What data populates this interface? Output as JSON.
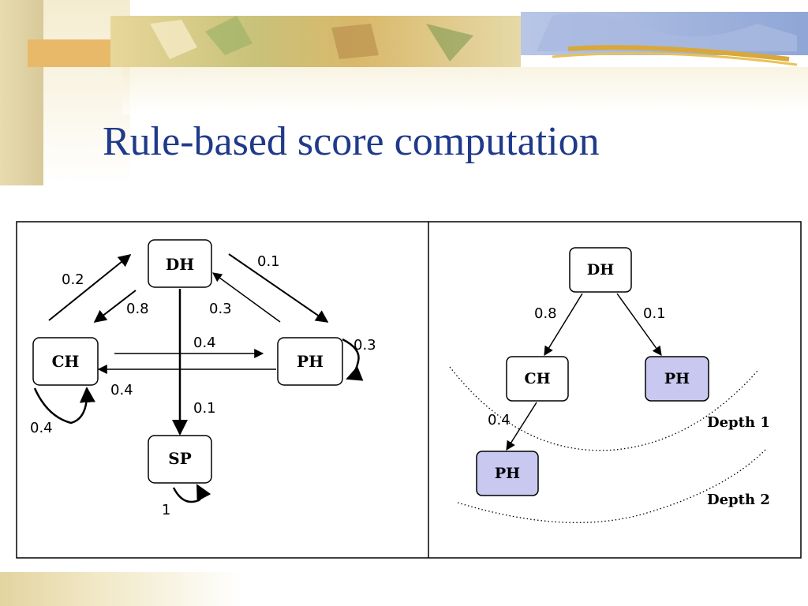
{
  "slide": {
    "title": "Rule-based score computation"
  },
  "colors": {
    "title": "#1f3a8a",
    "highlight_node": "#c8c8f0",
    "node_fill": "#ffffff",
    "edge": "#000000"
  },
  "left_graph": {
    "nodes": {
      "dh": "DH",
      "ch": "CH",
      "ph": "PH",
      "sp": "SP"
    },
    "edges": {
      "ch_dh": "0.2",
      "dh_ch": "0.8",
      "dh_ph": "0.1",
      "ph_dh": "0.3",
      "ph_self": "0.3",
      "ch_ph": "0.4",
      "ph_ch": "0.4",
      "ch_self": "0.4",
      "dh_sp": "0.1",
      "sp_self": "1"
    }
  },
  "right_tree": {
    "nodes": {
      "root": "DH",
      "ch": "CH",
      "ph_depth1": "PH",
      "ph_depth2": "PH"
    },
    "edges": {
      "dh_ch": "0.8",
      "dh_ph": "0.1",
      "ch_ph": "0.4"
    },
    "depth_labels": {
      "depth1": "Depth 1",
      "depth2": "Depth 2"
    }
  }
}
